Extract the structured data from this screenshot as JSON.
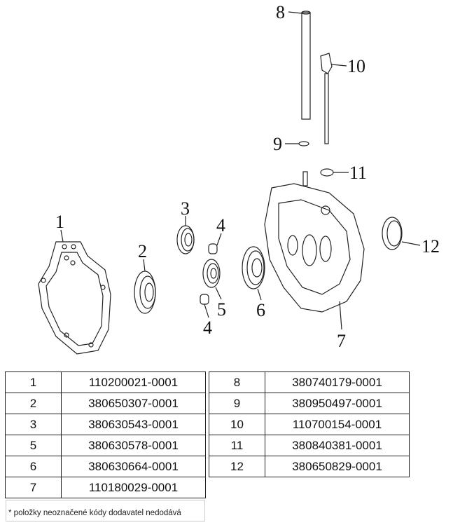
{
  "diagram": {
    "callouts": [
      "1",
      "2",
      "3",
      "4",
      "5",
      "4",
      "6",
      "7",
      "8",
      "9",
      "10",
      "11",
      "12"
    ]
  },
  "table_left": [
    {
      "pos": "1",
      "code": "110200021-0001"
    },
    {
      "pos": "2",
      "code": "380650307-0001"
    },
    {
      "pos": "3",
      "code": "380630543-0001"
    },
    {
      "pos": "5",
      "code": "380630578-0001"
    },
    {
      "pos": "6",
      "code": "380630664-0001"
    },
    {
      "pos": "7",
      "code": "110180029-0001"
    }
  ],
  "table_right": [
    {
      "pos": "8",
      "code": "380740179-0001"
    },
    {
      "pos": "9",
      "code": "380950497-0001"
    },
    {
      "pos": "10",
      "code": "110700154-0001"
    },
    {
      "pos": "11",
      "code": "380840381-0001"
    },
    {
      "pos": "12",
      "code": "380650829-0001"
    }
  ],
  "footnote": "* položky neoznačené kódy dodavatel nedodává"
}
